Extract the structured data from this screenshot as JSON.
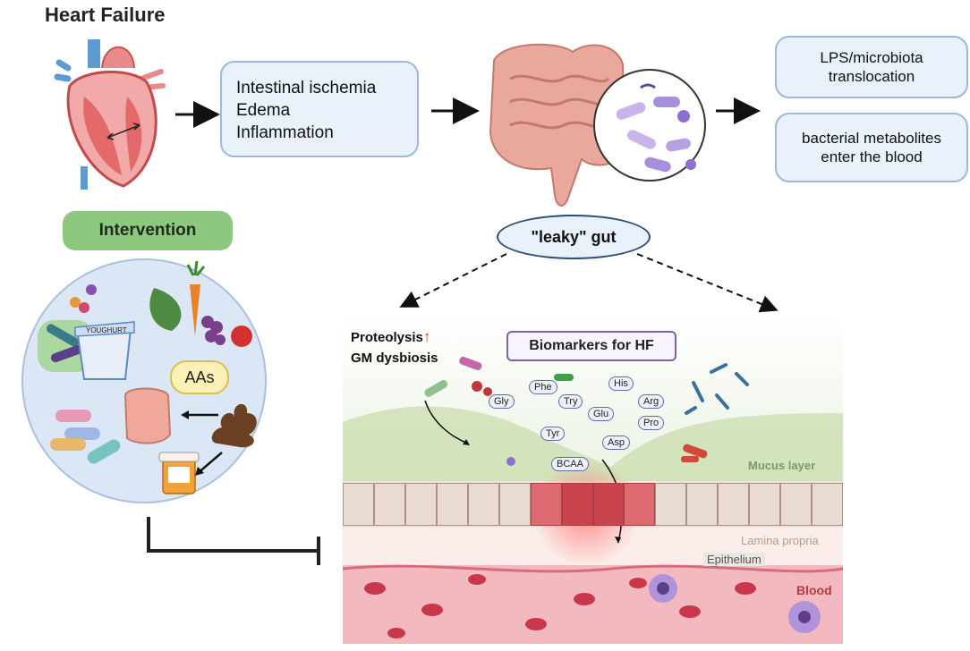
{
  "title": "Heart Failure",
  "symptoms": [
    "Intestinal ischemia",
    "Edema",
    "Inflammation"
  ],
  "outcomes": [
    "LPS/microbiota\ntranslocation",
    "bacterial  metabolites\nenter the blood"
  ],
  "leaky_gut": "\"leaky\" gut",
  "intervention": {
    "label": "Intervention",
    "aas_label": "AAs",
    "yoghurt_label": "YOUGHURT"
  },
  "biomarkers": {
    "title": "Biomarkers for HF",
    "proteolysis": "Proteolysis",
    "dysbiosis": "GM dysbiosis",
    "amino_acids": [
      "Gly",
      "Phe",
      "Try",
      "His",
      "Arg",
      "Glu",
      "Pro",
      "Tyr",
      "Asp",
      "BCAA"
    ]
  },
  "layers": {
    "mucus": "Mucus layer",
    "lamina": "Lamina propria",
    "epithelium": "Epithelium",
    "blood": "Blood"
  },
  "colors": {
    "box_fill": "#e9f1fb",
    "box_border": "#9db8d9",
    "intervention_fill": "#8cc97e",
    "blood_label": "#b83a3a",
    "mucus_label": "#7a9a6a",
    "lamina_label": "#b89a8a"
  }
}
